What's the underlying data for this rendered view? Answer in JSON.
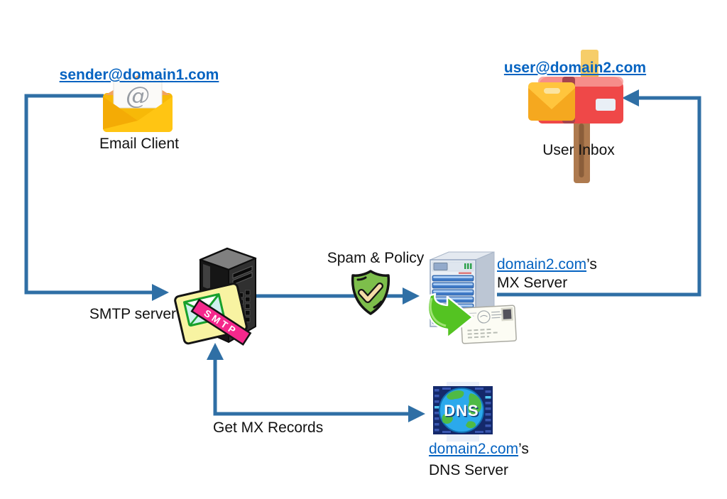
{
  "nodes": {
    "email_client": {
      "address": "sender@domain1.com",
      "label": "Email Client",
      "at_glyph": "@",
      "icon": "open-envelope-at-icon"
    },
    "smtp_server": {
      "label": "SMTP server",
      "badge": "SMTP",
      "icon": "black-tower-server-smtp-icon"
    },
    "mx_server": {
      "domain": "domain2.com",
      "possessive": "’s",
      "label": "MX Server",
      "icon": "blue-tower-server-mail-icon"
    },
    "user_inbox": {
      "address": "user@domain2.com",
      "label": "User Inbox",
      "icon": "red-mailbox-icon"
    },
    "dns_server": {
      "domain": "domain2.com",
      "possessive": "’s",
      "label": "DNS Server",
      "icon_text": "DNS",
      "icon": "dns-globe-server-icon"
    },
    "spam_filter": {
      "icon": "green-shield-check-icon"
    }
  },
  "edges": [
    {
      "from": "email_client",
      "to": "smtp_server",
      "label": ""
    },
    {
      "from": "smtp_server",
      "to": "mx_server",
      "label": "Spam & Policy"
    },
    {
      "from": "smtp_server",
      "to": "dns_server",
      "label": "Get MX Records",
      "bidirectional": true
    },
    {
      "from": "mx_server",
      "to": "user_inbox",
      "label": ""
    }
  ],
  "colors": {
    "hyperlink": "#0563C1",
    "connector": "#2F6FA5",
    "shield_green": "#7DBE4B",
    "check_tan": "#F4DCA8",
    "smtp_ribbon_pink": "#F5288C",
    "mailbox_red": "#EF4848",
    "envelope_yellow": "#FFC513",
    "dns_navy": "#14296B",
    "globe_blue": "#2BA9EC",
    "mx_bar_blue": "#3E79C6",
    "green_arrow": "#54C322"
  }
}
